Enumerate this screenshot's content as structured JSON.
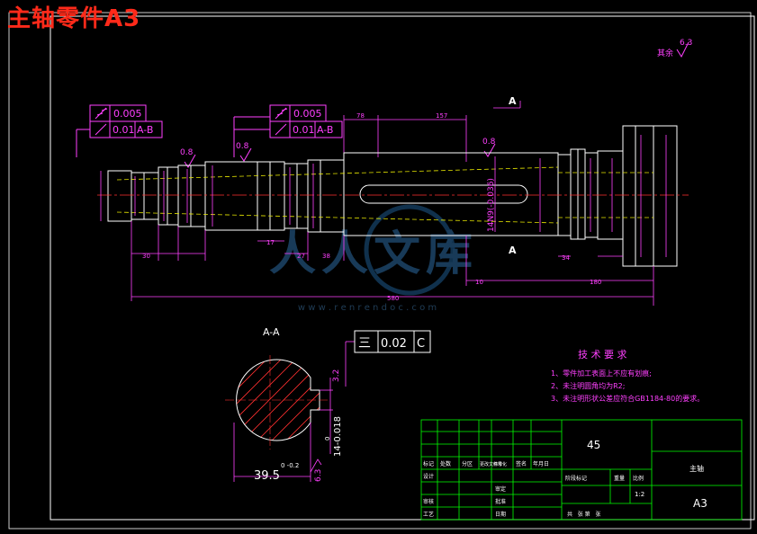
{
  "title": "主轴零件A3",
  "watermark": {
    "cn": "人人文库",
    "url": "w w w . r e n r e n d o c . c o m"
  },
  "roughness_general": {
    "label": "其余",
    "value": "6.3"
  },
  "tolerance_frames": [
    {
      "runout": "0.005",
      "total": "0.01",
      "datum": "A-B"
    },
    {
      "runout": "0.005",
      "total": "0.01",
      "datum": "A-B"
    }
  ],
  "roughness_marks": [
    "0.8",
    "0.8",
    "0.8"
  ],
  "section_marker": "A",
  "dims": {
    "d78": "78",
    "d157": "157",
    "d580": "580",
    "d180": "180",
    "d38": "38",
    "d30": "30",
    "d27": "27",
    "d17": "17",
    "d34": "34",
    "d10": "10",
    "keyway": "14N9(-0.036)"
  },
  "section_view": {
    "label": "A-A",
    "flatness": {
      "symbol": "三",
      "value": "0.02",
      "datum": "C"
    },
    "dim_width": "39.5",
    "dim_width_tol": "0 -0.2",
    "dim_slot": "14-0.018",
    "dim_slot_tol": "0",
    "rough1": "3.2",
    "rough2": "6.3"
  },
  "tech_req": {
    "heading": "技 术 要 求",
    "items": [
      "1、零件加工表面上不应有划痕;",
      "2、未注明圆角均为R2;",
      "3、未注明形状公差应符合GB1184-80的要求。"
    ]
  },
  "title_block": {
    "material": "45",
    "part_name": "主轴",
    "sheet": "A3",
    "scale": "1:2",
    "row_labels": [
      "标记",
      "处数",
      "分区",
      "更改文件号",
      "签名",
      "年月日"
    ],
    "left_labels": [
      "设计",
      "审核",
      "工艺"
    ],
    "mid_labels": [
      "标准化",
      "审定",
      "批准",
      "日期"
    ],
    "stage_labels": [
      "阶段标记",
      "重量",
      "比例"
    ],
    "footer": "共   张 第   张"
  }
}
